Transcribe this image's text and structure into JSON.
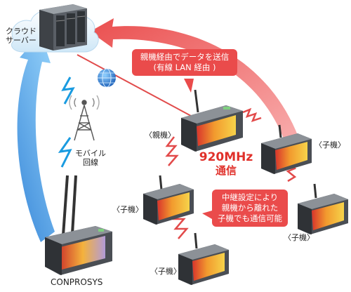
{
  "labels": {
    "cloud_server": [
      "クラウド",
      "サーバー"
    ],
    "mobile_line": [
      "モバイル",
      "回線"
    ],
    "conprosys": "CONPROSYS",
    "parent": "〈親機〉",
    "child": "〈子機〉"
  },
  "callouts": {
    "top": [
      "親機経由でデータを送信",
      "(有線 LAN 経由 )"
    ],
    "relay": [
      "中継設定により",
      "親機から離れた",
      "子機でも通信可能"
    ]
  },
  "frequency": {
    "value": "920MHz",
    "label": "通信"
  },
  "colors": {
    "arrow_red": "#ea4b4b",
    "arrow_blue": "#1f73c9",
    "wave_red": "#e24a4a",
    "wave_blue": "#1a9be0",
    "text_red": "#e0302a"
  }
}
